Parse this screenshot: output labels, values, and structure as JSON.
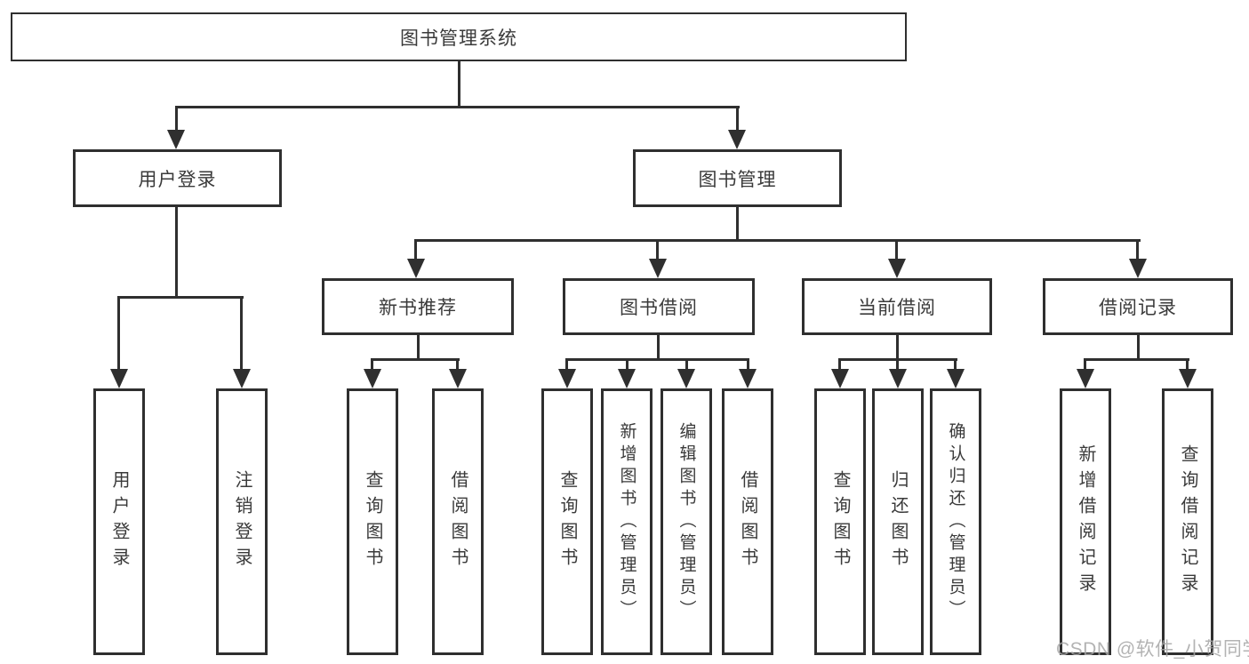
{
  "tree": {
    "title": "图书管理系统",
    "branches": [
      {
        "label": "用户登录",
        "children": [
          {
            "label": "用户登录"
          },
          {
            "label": "注销登录"
          }
        ]
      },
      {
        "label": "图书管理",
        "children": [
          {
            "label": "新书推荐",
            "children": [
              {
                "label": "查询图书"
              },
              {
                "label": "借阅图书"
              }
            ]
          },
          {
            "label": "图书借阅",
            "children": [
              {
                "label": "查询图书"
              },
              {
                "label": "新增图书（管理员）"
              },
              {
                "label": "编辑图书（管理员）"
              },
              {
                "label": "借阅图书"
              }
            ]
          },
          {
            "label": "当前借阅",
            "children": [
              {
                "label": "查询图书"
              },
              {
                "label": "归还图书"
              },
              {
                "label": "确认归还（管理员）"
              }
            ]
          },
          {
            "label": "借阅记录",
            "children": [
              {
                "label": "新增借阅记录"
              },
              {
                "label": "查询借阅记录"
              }
            ]
          }
        ]
      }
    ]
  },
  "watermark": {
    "text": "CSDN @软件_小贺同学"
  },
  "colors": {
    "line": "#2f2f2f",
    "text": "#3a3a3a",
    "background": "#ffffff",
    "watermark": "#a6a6a6"
  }
}
